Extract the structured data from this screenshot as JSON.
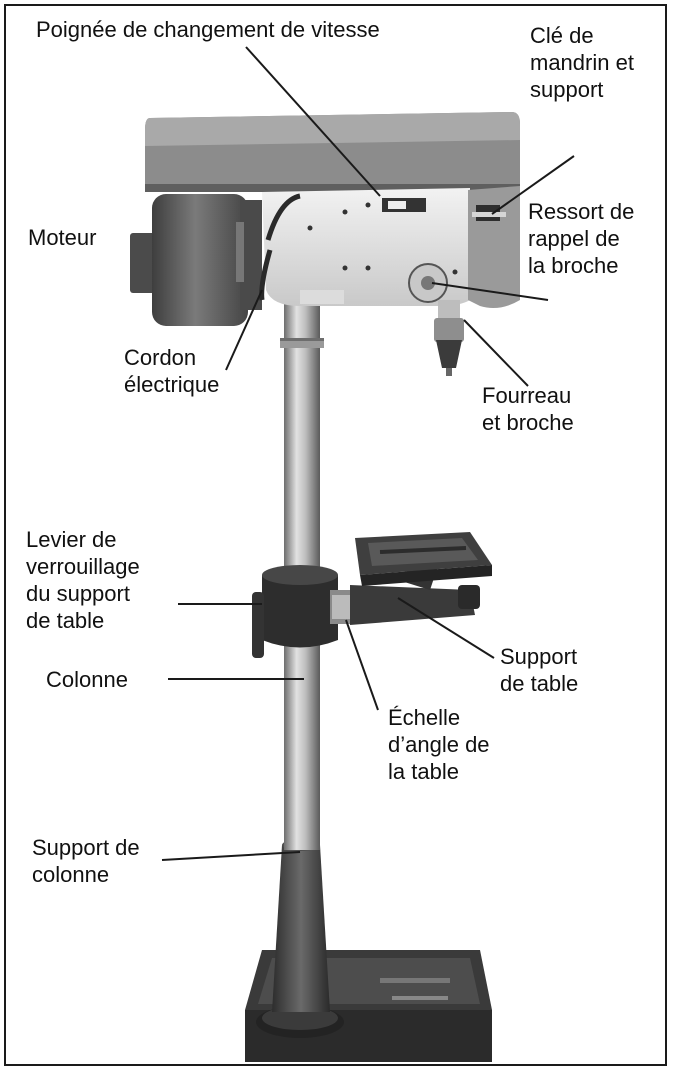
{
  "labels": {
    "speed_handle": "Poignée de changement de vitesse",
    "chuck_key": "Clé de\nmandrin et\nsupport",
    "motor": "Moteur",
    "return_spring": "Ressort de\nrappel de\nla broche",
    "power_cord": "Cordon\nélectrique",
    "quill_spindle": "Fourreau\net broche",
    "lock_lever": "Levier de\nverrouillage\ndu support\nde table",
    "table_bracket": "Support\nde table",
    "column": "Colonne",
    "angle_scale": "Échelle\nd’angle de\nla table",
    "column_support": "Support de\ncolonne"
  }
}
